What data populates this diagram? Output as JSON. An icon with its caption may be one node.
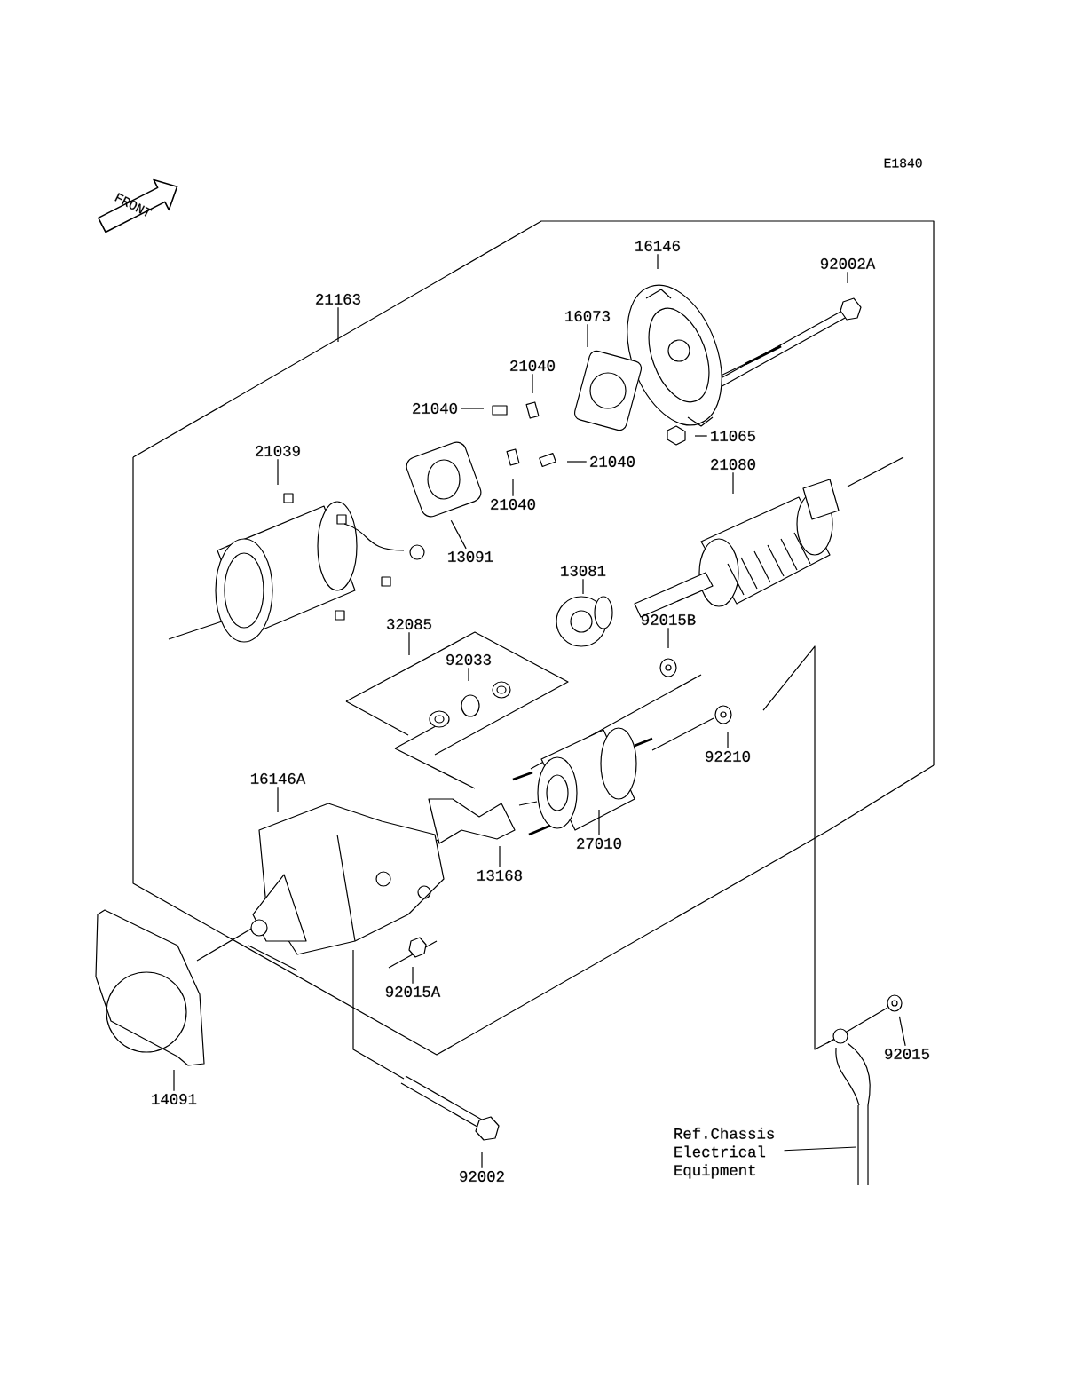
{
  "diagram": {
    "nodes": [
      {
        "text": [
          "16146"
        ]
      },
      {
        "text": [
          "92002A"
        ]
      },
      {
        "text": [
          "21163"
        ]
      },
      {
        "text": [
          "16073"
        ]
      },
      {
        "text": [
          "21040"
        ]
      },
      {
        "text": [
          "21040"
        ]
      },
      {
        "text": [
          "21039"
        ]
      },
      {
        "text": [
          "11065"
        ]
      },
      {
        "text": [
          "21040"
        ]
      },
      {
        "text": [
          "21080"
        ]
      },
      {
        "text": [
          "21040"
        ]
      },
      {
        "text": [
          "13091"
        ]
      },
      {
        "text": [
          "13081"
        ]
      },
      {
        "text": [
          "32085"
        ]
      },
      {
        "text": [
          "92033"
        ]
      },
      {
        "text": [
          "92015B"
        ]
      },
      {
        "text": [
          "92210"
        ]
      },
      {
        "text": [
          "16146A"
        ]
      },
      {
        "text": [
          "27010"
        ]
      },
      {
        "text": [
          "13168"
        ]
      },
      {
        "text": [
          "92015A"
        ]
      },
      {
        "text": [
          "92015"
        ]
      },
      {
        "text": [
          "14091"
        ]
      },
      {
        "text": [
          "92002"
        ]
      },
      {
        "text": [
          "Ref.Chassis Electrical Equipment"
        ]
      }
    ],
    "edges": [
      {
        "from": 0,
        "to": null,
        "arrow": "none"
      },
      {
        "from": 1,
        "to": null,
        "arrow": "none"
      },
      {
        "from": 2,
        "to": null,
        "arrow": "none"
      },
      {
        "from": 3,
        "to": null,
        "arrow": "none"
      },
      {
        "from": 4,
        "to": null,
        "arrow": "none"
      },
      {
        "from": 5,
        "to": null,
        "arrow": "none"
      },
      {
        "from": 6,
        "to": null,
        "arrow": "none"
      },
      {
        "from": 7,
        "to": null,
        "arrow": "none"
      },
      {
        "from": 8,
        "to": null,
        "arrow": "none"
      },
      {
        "from": 9,
        "to": null,
        "arrow": "none"
      },
      {
        "from": 10,
        "to": null,
        "arrow": "none"
      },
      {
        "from": 11,
        "to": null,
        "arrow": "none"
      },
      {
        "from": 12,
        "to": null,
        "arrow": "none"
      },
      {
        "from": 13,
        "to": null,
        "arrow": "none"
      },
      {
        "from": 14,
        "to": null,
        "arrow": "none"
      },
      {
        "from": 15,
        "to": null,
        "arrow": "none"
      },
      {
        "from": 16,
        "to": null,
        "arrow": "none"
      },
      {
        "from": 17,
        "to": null,
        "arrow": "none"
      },
      {
        "from": 18,
        "to": null,
        "arrow": "none"
      },
      {
        "from": 19,
        "to": null,
        "arrow": "none"
      },
      {
        "from": 20,
        "to": null,
        "arrow": "none"
      },
      {
        "from": 21,
        "to": null,
        "arrow": "none"
      },
      {
        "from": 22,
        "to": null,
        "arrow": "none"
      },
      {
        "from": 23,
        "to": null,
        "arrow": "none"
      },
      {
        "from": 24,
        "to": null,
        "arrow": "none"
      }
    ],
    "labels": [
      "E1840",
      "FRONT"
    ]
  }
}
